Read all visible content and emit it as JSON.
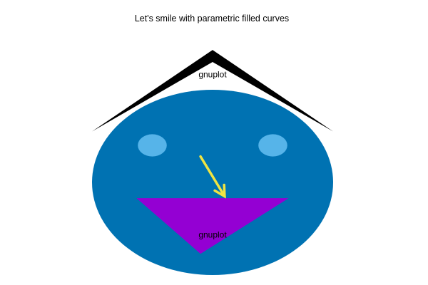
{
  "chart_data": {
    "type": "area",
    "title": "Let's smile with parametric filled curves",
    "xlabel": "",
    "ylabel": "",
    "xlim": [
      -1.6,
      1.6
    ],
    "ylim": [
      -1.2,
      1.6
    ],
    "grid": false,
    "axes_visible": false,
    "legend": "none",
    "series": [
      {
        "kind": "ellipse",
        "center": [
          0,
          0
        ],
        "radii": [
          1.0,
          1.0
        ],
        "color": "#0072b2"
      },
      {
        "kind": "ellipse",
        "center": [
          -0.5,
          0.4
        ],
        "radii": [
          0.12,
          0.12
        ],
        "color": "#56b4e9"
      },
      {
        "kind": "ellipse",
        "center": [
          0.5,
          0.4
        ],
        "radii": [
          0.12,
          0.12
        ],
        "color": "#56b4e9"
      },
      {
        "kind": "polygon",
        "points": [
          [
            -0.63,
            -0.17
          ],
          [
            0.63,
            -0.17
          ],
          [
            -0.1,
            -0.77
          ]
        ],
        "color": "#9400d3"
      },
      {
        "kind": "polygon",
        "points": [
          [
            -0.1,
            -0.77
          ],
          [
            0.63,
            -0.17
          ],
          [
            0.1,
            -0.47
          ],
          [
            -0.63,
            -0.17
          ]
        ],
        "color": "#9400d3"
      },
      {
        "kind": "polygon",
        "points": [
          [
            -1.0,
            0.55
          ],
          [
            0.0,
            1.43
          ],
          [
            1.0,
            0.55
          ],
          [
            0.0,
            1.3
          ]
        ],
        "color": "#000000"
      },
      {
        "kind": "arrow",
        "from": [
          -0.1,
          0.28
        ],
        "to": [
          0.1,
          -0.15
        ],
        "color": "#f0e442"
      }
    ],
    "labels": [
      {
        "text": "gnuplot",
        "x": 0,
        "y": 1.16
      },
      {
        "text": "gnuplot",
        "x": 0,
        "y": -0.57
      }
    ]
  }
}
